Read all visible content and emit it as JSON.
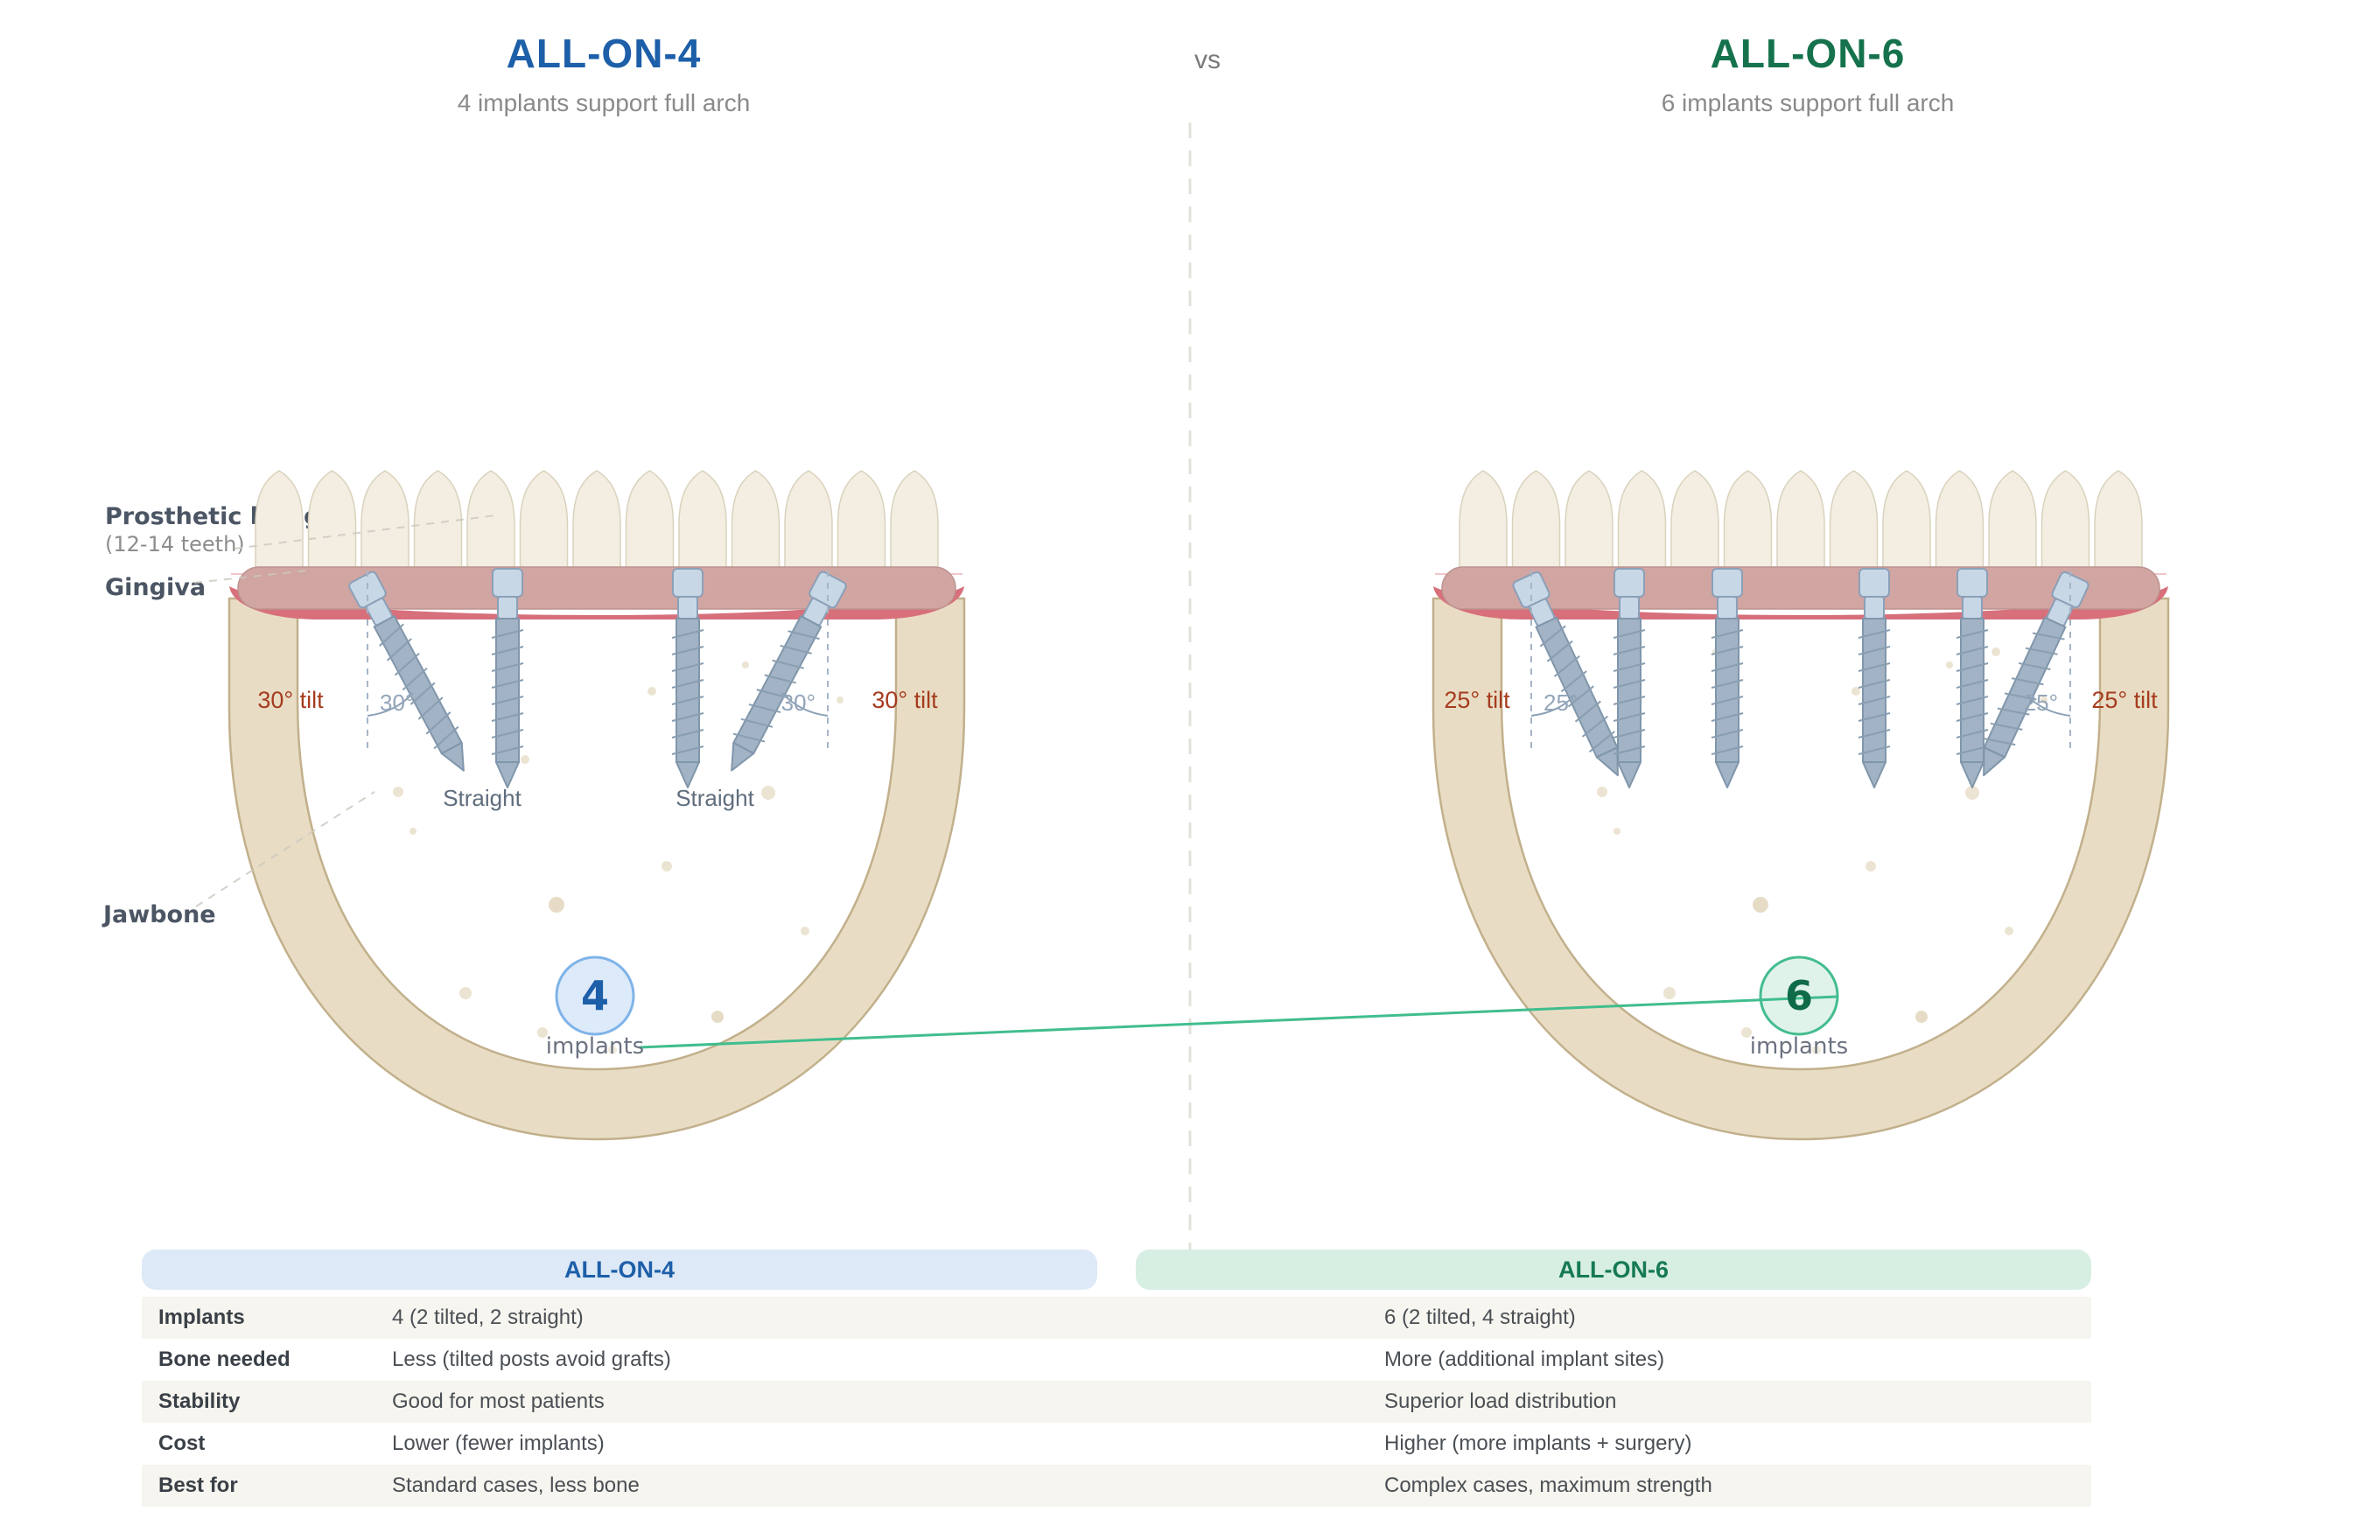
{
  "header": {
    "left_title": "ALL-ON-4",
    "left_subtitle": "4 implants support full arch",
    "vs": "vs",
    "right_title": "ALL-ON-6",
    "right_subtitle": "6 implants support full arch"
  },
  "labels": {
    "prosthetic_bridge": "Prosthetic bridge",
    "prosthetic_bridge_sub": "(12-14 teeth)",
    "gingiva": "Gingiva",
    "jawbone": "Jawbone"
  },
  "left_diagram": {
    "tilt_left": "30° tilt",
    "tilt_right": "30° tilt",
    "angle_left": "30°",
    "angle_right": "30°",
    "straight_1": "Straight",
    "straight_2": "Straight",
    "badge_value": "4",
    "badge_label": "implants"
  },
  "right_diagram": {
    "tilt_left": "25° tilt",
    "tilt_right": "25° tilt",
    "angle_left": "25°",
    "angle_right": "25°",
    "badge_value": "6",
    "badge_label": "implants"
  },
  "table": {
    "left_header": "ALL-ON-4",
    "right_header": "ALL-ON-6",
    "rows": [
      {
        "label": "Implants",
        "left": "4 (2 tilted, 2 straight)",
        "right": "6 (2 tilted, 4 straight)"
      },
      {
        "label": "Bone needed",
        "left": "Less (tilted posts avoid grafts)",
        "right": "More (additional implant sites)"
      },
      {
        "label": "Stability",
        "left": "Good for most patients",
        "right": "Superior load distribution"
      },
      {
        "label": "Cost",
        "left": "Lower (fewer implants)",
        "right": "Higher (more implants + surgery)"
      },
      {
        "label": "Best for",
        "left": "Standard cases, less bone",
        "right": "Complex cases, maximum strength"
      }
    ]
  },
  "colors": {
    "blue_accent": "#1d5fa8",
    "green_accent": "#15724c",
    "connector_green": "#41bd8e",
    "tilt_label": "#a63c1f",
    "angle_label": "#93a5b8",
    "jawbone_fill": "#e8ddc4",
    "jawbone_stroke": "#c2b08c",
    "gingiva_band": "#d1a5a2",
    "gingiva_crescent": "#d7707b",
    "tooth_fill": "#f3eee1",
    "implant_body": "#a1b3c4",
    "implant_head": "#c8d7e6",
    "badge_blue_fill": "#ddeafa",
    "badge_blue_stroke": "#7fb3e8",
    "badge_green_fill": "#e0f3ea",
    "badge_green_stroke": "#43bd8f",
    "pill_blue_bg": "#dde9f7",
    "pill_green_bg": "#d7eee3",
    "row_stripe": "#f7f5ef"
  }
}
